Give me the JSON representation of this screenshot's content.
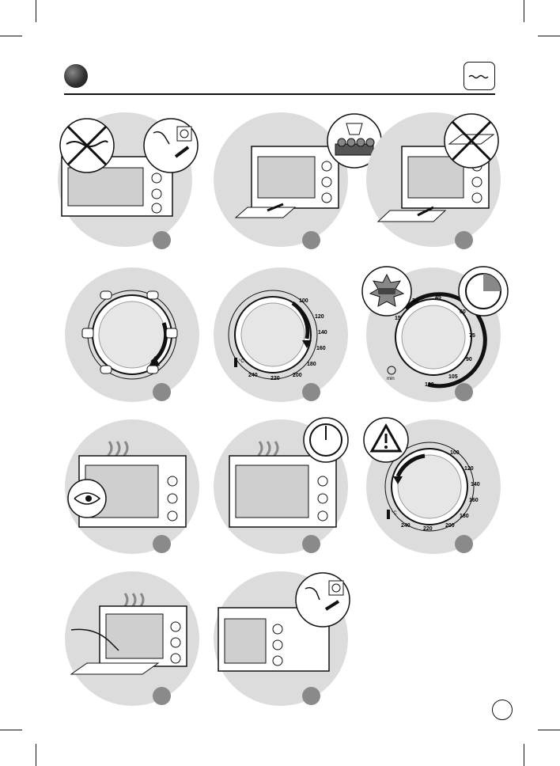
{
  "page": {
    "header_icon": "water-tray-icon",
    "page_number_icon": "page-number-circle"
  },
  "dial_temperature": {
    "labels": [
      "100",
      "120",
      "140",
      "160",
      "180",
      "200",
      "220",
      "240"
    ],
    "unit": "°C"
  },
  "dial_timer": {
    "labels": [
      "30",
      "45",
      "60",
      "75",
      "90",
      "105",
      "120",
      "15"
    ],
    "unit": "min"
  },
  "icons": {
    "panel_1": [
      "crossed-cable-icon",
      "plug-in-socket-icon",
      "oven-icon"
    ],
    "panel_2": [
      "oven-icon",
      "rack-insert-arrow-icon"
    ],
    "panel_3": [
      "muffin-tray-icon",
      "oven-icon",
      "rack-insert-arrow-icon"
    ],
    "panel_4": [
      "crossed-tray-icon",
      "oven-icon",
      "tray-insert-arrow-icon"
    ],
    "panel_5": [
      "function-dial-icon",
      "heating-mode-icon"
    ],
    "panel_6": [
      "temperature-dial-icon",
      "thermometer-icon"
    ],
    "panel_7": [
      "timer-dial-icon",
      "indicator-light-icon",
      "clock-icon",
      "stopwatch-icon"
    ],
    "panel_8": [
      "oven-icon",
      "eye-icon",
      "heat-waves-icon"
    ],
    "panel_9": [
      "oven-icon",
      "clock-icon",
      "heat-waves-icon"
    ],
    "panel_10": [
      "warning-icon",
      "temperature-dial-icon",
      "thermometer-icon"
    ],
    "panel_11": [
      "oven-icon",
      "oven-glove-icon",
      "heat-waves-icon"
    ],
    "panel_12": [
      "oven-icon",
      "unplug-icon"
    ]
  },
  "colors": {
    "panel_bg": "#dcdcdc",
    "step_badge": "#8a8a8a",
    "line": "#111111"
  }
}
